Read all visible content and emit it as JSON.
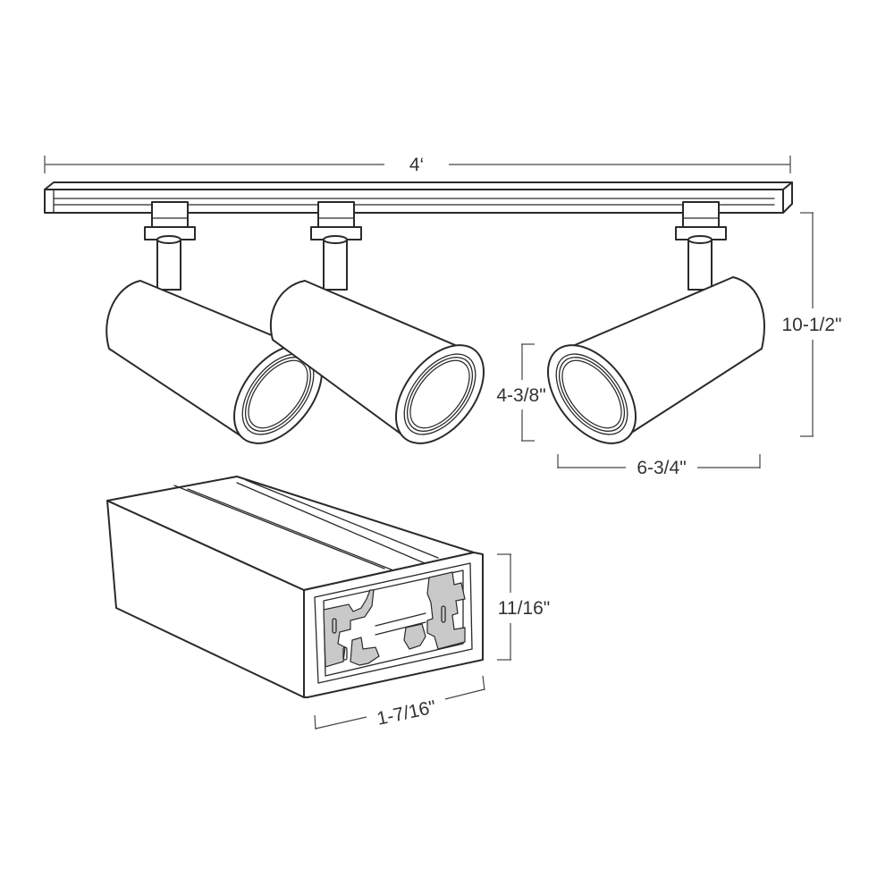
{
  "dimensions": {
    "track_length": "4‘",
    "fixture_height": "10-1/2\"",
    "head_diameter": "4-3/8\"",
    "head_length": "6-3/4\"",
    "track_height": "11/16\"",
    "track_width": "1-7/16\""
  }
}
